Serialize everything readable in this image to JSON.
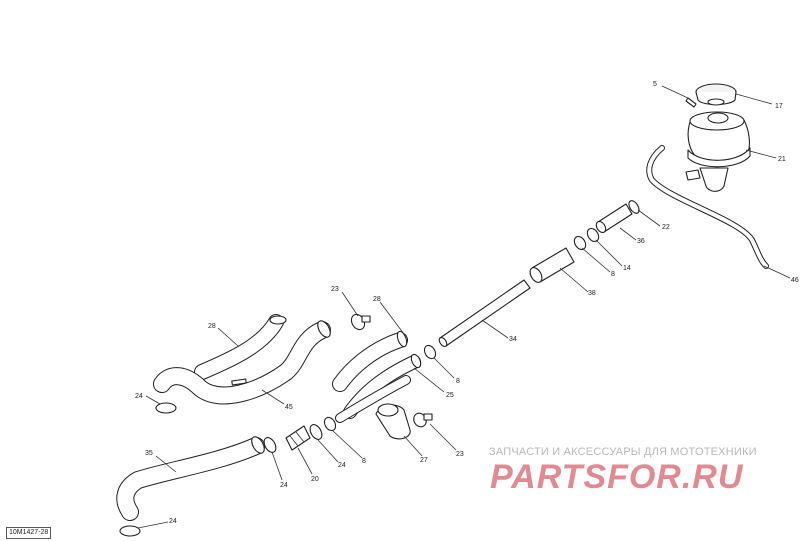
{
  "reference_code": "10M1427-28",
  "watermark": {
    "top_text": "ЗАПЧАСТИ И АКСЕССУАРЫ ДЛЯ МОТОТЕХНИКИ",
    "logo_text": "PARTSFOR.RU"
  },
  "callouts": {
    "c5": "5",
    "c17": "17",
    "c21": "21",
    "c22": "22",
    "c36": "36",
    "c14": "14",
    "c8a": "8",
    "c38": "38",
    "c46": "46",
    "c34": "34",
    "c23a": "23",
    "c28a": "28",
    "c28b": "28",
    "c8b": "8",
    "c25": "25",
    "c24a": "24",
    "c45": "45",
    "c35": "35",
    "c24b": "24",
    "c20": "20",
    "c24c": "24",
    "c8c": "8",
    "c27": "27",
    "c23b": "23",
    "c24d": "24"
  },
  "colors": {
    "line": "#222222",
    "watermark_logo": "#e08a92",
    "watermark_text": "#b8b8b8"
  }
}
